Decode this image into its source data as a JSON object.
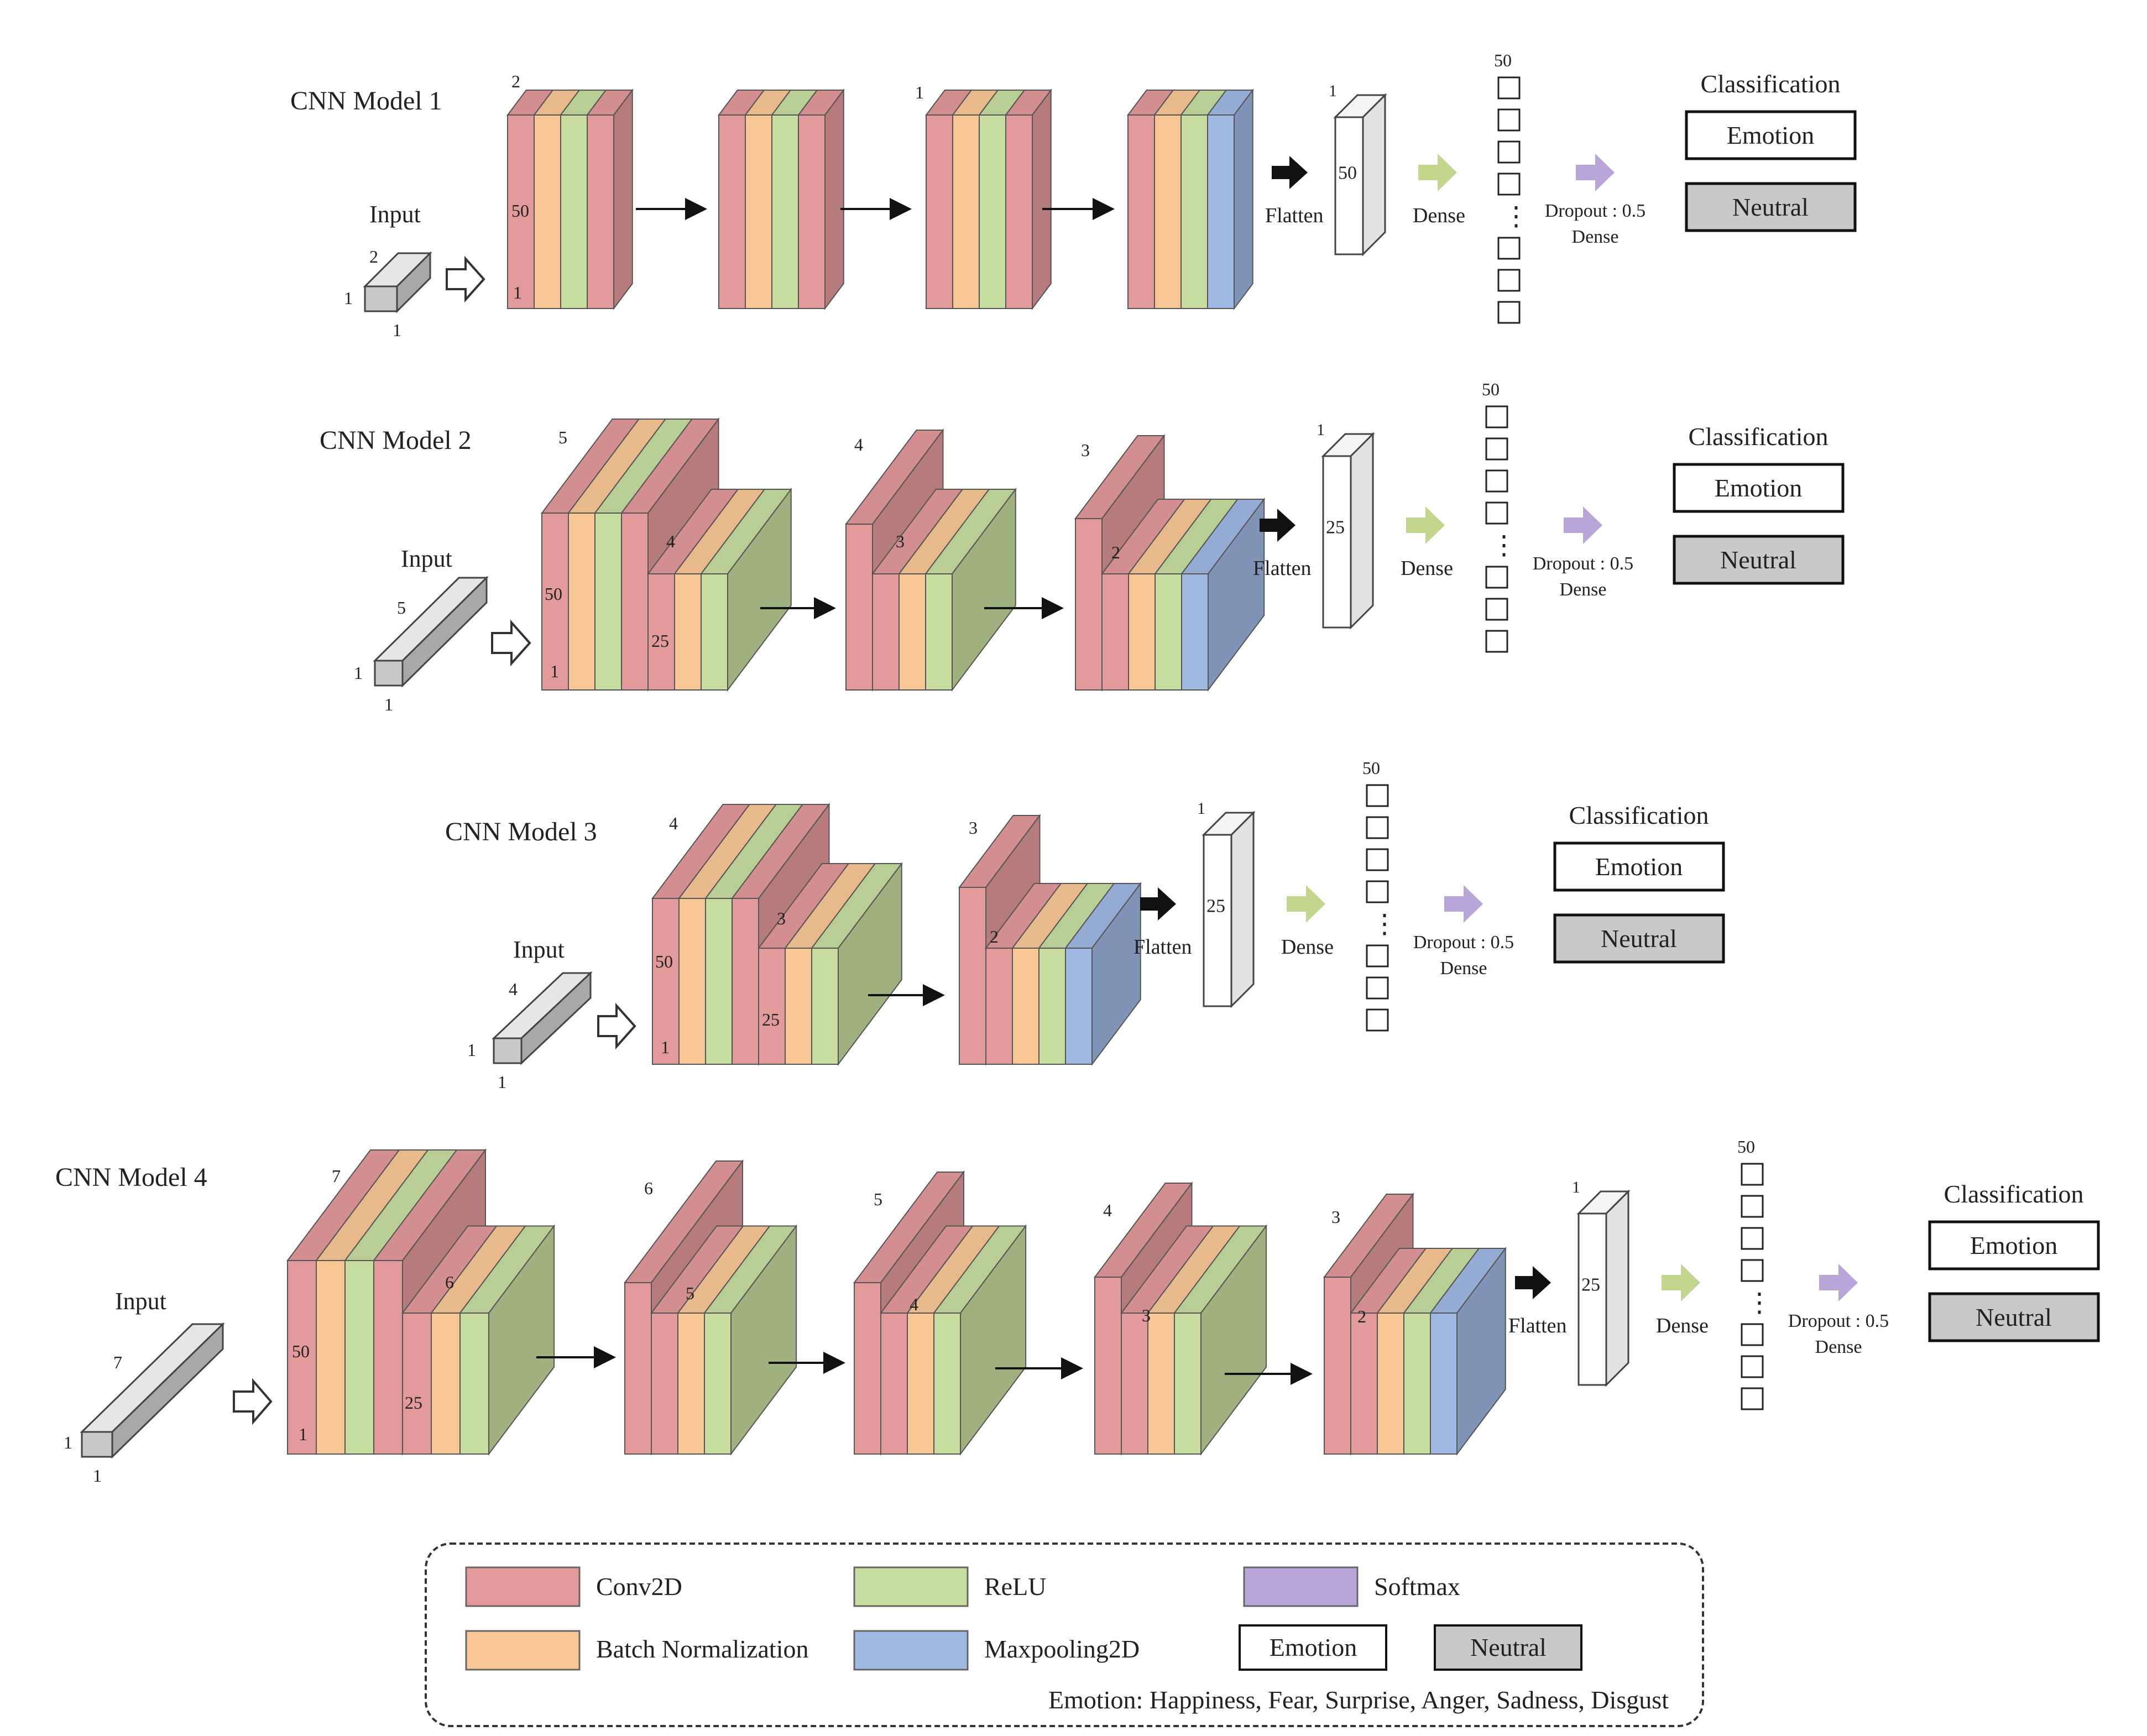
{
  "colors": {
    "conv2d": "#e39a9b",
    "batch_norm": "#f9c795",
    "relu": "#c7dd9f",
    "maxpool": "#9fb9e3",
    "softmax": "#b9a6d8",
    "dense_arrow": "#c2d68e",
    "flatten_arrow": "#111111",
    "neutral_fill": "#c9c9c9",
    "input_fill": "#c8c8c8",
    "emotion_fill": "#ffffff"
  },
  "common": {
    "input_label": "Input",
    "flatten_label": "Flatten",
    "dense_label": "Dense",
    "dropout_label": "Dropout : 0.5",
    "dense2_label": "Dense",
    "classification_label": "Classification",
    "emotion_label": "Emotion",
    "neutral_label": "Neutral",
    "dense_units": "50",
    "vector_top": "1",
    "ellipsis": "⋮"
  },
  "models": [
    {
      "title": "CNN Model 1",
      "input_dims": {
        "front": "1",
        "bottom": "1",
        "depth": "2"
      },
      "block_labels": [
        "2",
        "50",
        "1"
      ],
      "stage_labels": [
        "",
        "",
        "1",
        ""
      ],
      "flatten_size": "50"
    },
    {
      "title": "CNN Model 2",
      "input_dims": {
        "front": "1",
        "bottom": "1",
        "depth": "5"
      },
      "block_labels": [
        "5",
        "4",
        "50",
        "25",
        "1"
      ],
      "stage_labels": [
        "4",
        "3",
        "3",
        "2"
      ],
      "flatten_size": "25"
    },
    {
      "title": "CNN Model 3",
      "input_dims": {
        "front": "1",
        "bottom": "1",
        "depth": "4"
      },
      "block_labels": [
        "4",
        "3",
        "50",
        "25",
        "1"
      ],
      "stage_labels": [
        "3",
        "2"
      ],
      "flatten_size": "25"
    },
    {
      "title": "CNN Model 4",
      "input_dims": {
        "front": "1",
        "bottom": "1",
        "depth": "7"
      },
      "block_labels": [
        "7",
        "6",
        "50",
        "25",
        "1"
      ],
      "stage_labels": [
        "6",
        "5",
        "5",
        "4",
        "4",
        "3",
        "3",
        "2"
      ],
      "flatten_size": "25"
    }
  ],
  "legend": {
    "items": [
      {
        "label": "Conv2D",
        "color_key": "conv2d"
      },
      {
        "label": "Batch Normalization",
        "color_key": "batch_norm"
      },
      {
        "label": "ReLU",
        "color_key": "relu"
      },
      {
        "label": "Maxpooling2D",
        "color_key": "maxpool"
      },
      {
        "label": "Softmax",
        "color_key": "softmax"
      }
    ],
    "emotion_box": "Emotion",
    "neutral_box": "Neutral",
    "footnote": "Emotion: Happiness, Fear, Surprise, Anger, Sadness, Disgust"
  }
}
